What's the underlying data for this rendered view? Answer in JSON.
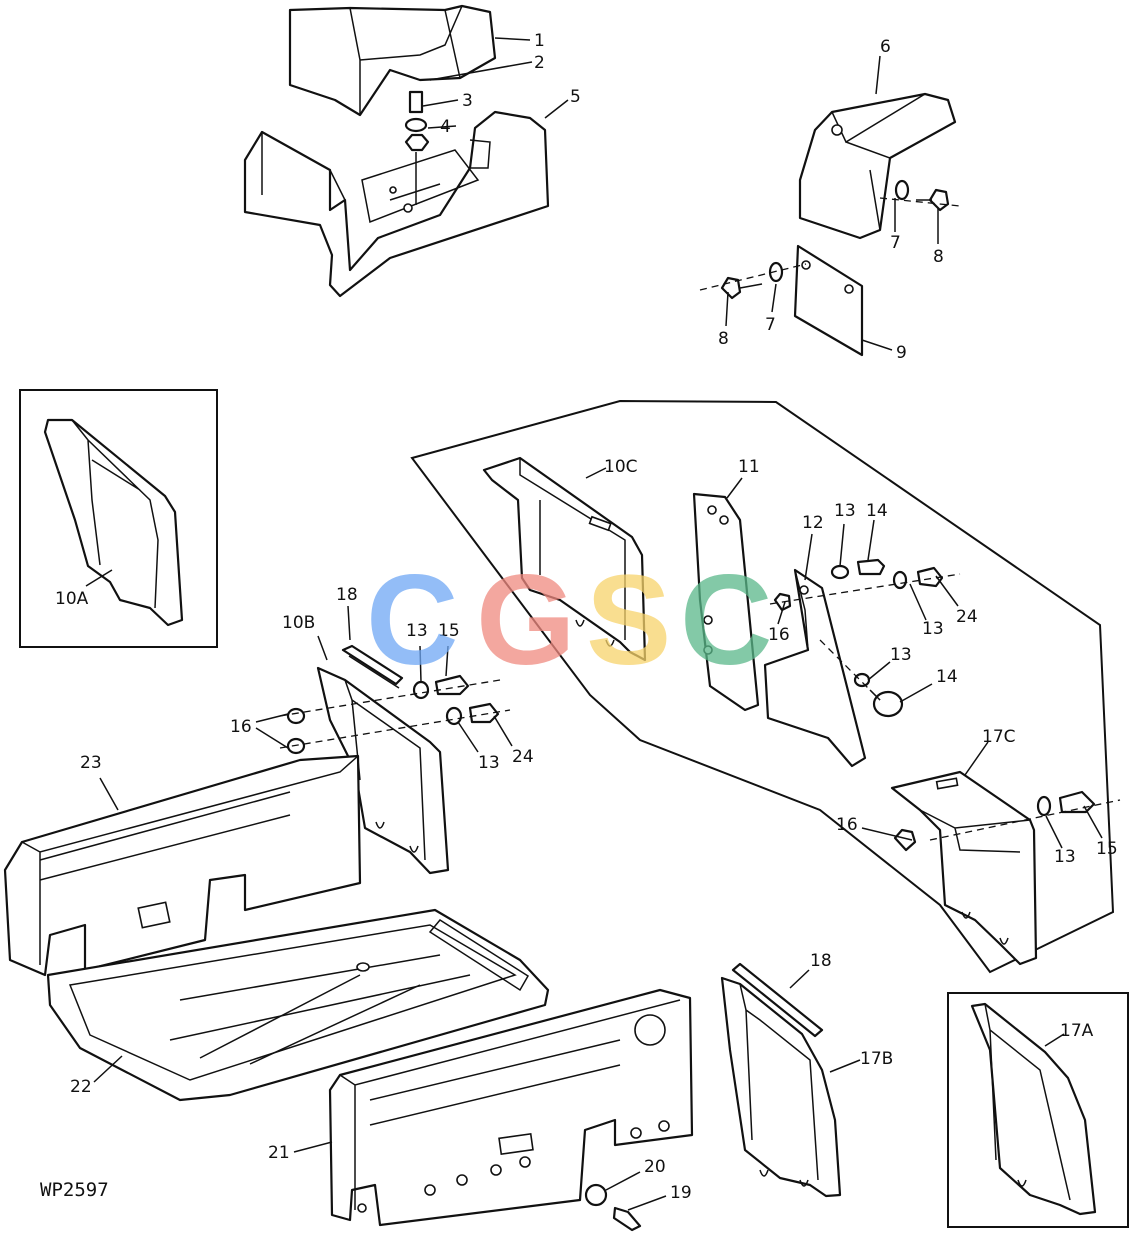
{
  "drawing_code": "WP2597",
  "watermark": {
    "letters": [
      "C",
      "G",
      "S",
      "C"
    ],
    "colors": [
      "#6fa8f5",
      "#f08a80",
      "#f7d36b",
      "#5ab88a"
    ]
  },
  "callouts": {
    "c1": "1",
    "c2": "2",
    "c3": "3",
    "c4": "4",
    "c5": "5",
    "c6": "6",
    "c7a": "7",
    "c8a": "8",
    "c8b": "8",
    "c7b": "7",
    "c9": "9",
    "c10c": "10C",
    "c11": "11",
    "c12": "12",
    "c13a": "13",
    "c14a": "14",
    "c16a": "16",
    "c13b": "13",
    "c24a": "24",
    "c13c": "13",
    "c14b": "14",
    "c17c": "17C",
    "c16b": "16",
    "c13d": "13",
    "c15a": "15",
    "c10a": "10A",
    "c18a": "18",
    "c10b": "10B",
    "c13e": "13",
    "c15b": "15",
    "c16c": "16",
    "c13f": "13",
    "c24b": "24",
    "c23": "23",
    "c22": "22",
    "c18b": "18",
    "c17b": "17B",
    "c17a": "17A",
    "c21": "21",
    "c20": "20",
    "c19": "19"
  }
}
